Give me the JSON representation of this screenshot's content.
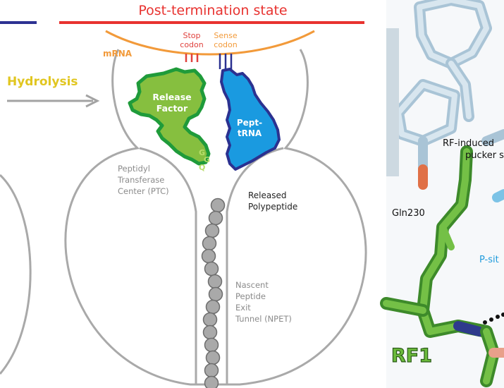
{
  "header": {
    "title": "Post-termination state",
    "left_bar_color": "#2d3192",
    "title_color": "#e8322f"
  },
  "process": {
    "label": "Hydrolysis",
    "label_color": "#e1c620",
    "arrow_color": "#a3a3a3"
  },
  "mrna": {
    "label": "mRNA",
    "color": "#f29a3a",
    "stop_codon": "Stop\ncodon",
    "sense_codon": "Sense\ncodon",
    "stop_color": "#e0413d",
    "sense_color": "#f29a3a"
  },
  "release_factor": {
    "label": "Release\nFactor",
    "ggq": "GGQ",
    "fill": "#86bf3f",
    "stroke": "#1f9b3a"
  },
  "pept_trna": {
    "label": "Pept-\ntRNA",
    "fill": "#1a9ae0",
    "stroke": "#2b3190"
  },
  "ribosome": {
    "outline_color": "#a9a9a9",
    "ptc_label": "Peptidyl\nTransferase\nCenter (PTC)",
    "released_label": "Released\nPolypeptide",
    "npet_label": "Nascent\nPeptide\nExit\nTunnel (NPET)",
    "bead_fill": "#a9a9a9",
    "bead_stroke": "#6d6d6d"
  },
  "structure_panel": {
    "rf_induced": "RF-induced",
    "pucker": "pucker s",
    "gln": "Gln230",
    "psite": "P-sit",
    "rf1": "RF1",
    "rf1_color": "#6cbb3c",
    "psite_color": "#1f9bdc"
  }
}
